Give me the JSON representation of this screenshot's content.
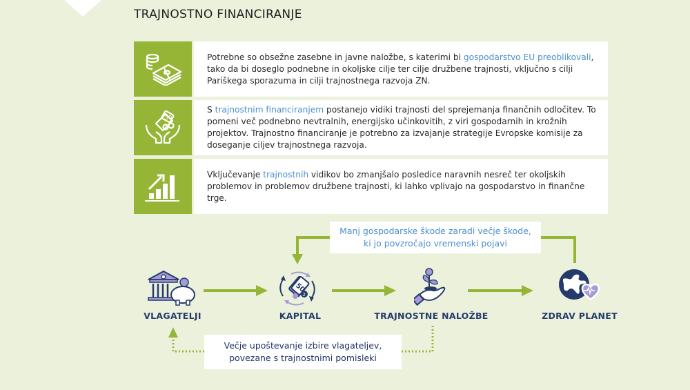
{
  "title": "TRAJNOSTNO FINANCIRANJE",
  "colors": {
    "background": "#ecf1dc",
    "green": "#96b536",
    "blue_highlight": "#4a90cf",
    "navy": "#243b6b",
    "lavender": "#a59bd6"
  },
  "cards": [
    {
      "icon": "money-stack-icon",
      "before": "Potrebne so obsežne zasebne in javne naložbe, s katerimi bi ",
      "highlight": "gospodarstvo EU preoblikovali",
      "after": ", tako da bi doseglo podnebne in okoljske cilje ter cilje družbene trajnosti, vključno s cilji Pariškega sporazuma in cilji trajnostnega razvoja ZN."
    },
    {
      "icon": "hands-money-icon",
      "before": "S ",
      "highlight": "trajnostnim financiranjem",
      "after": " postanejo vidiki trajnosti del sprejemanja finančnih odločitev. To pomeni več podnebno nevtralnih, energijsko učinkovitih, z viri gospodarnih in krožnih projektov. Trajnostno financiranje je potrebno za izvajanje strategije Evropske komisije za doseganje ciljev trajnostnega razvoja."
    },
    {
      "icon": "growth-chart-icon",
      "before": "Vključevanje ",
      "highlight": "trajnostnih",
      "after": " vidikov bo zmanjšalo posledice naravnih nesreč ter okoljskih problemov in problemov družbene trajnosti, ki lahko vplivajo na gospodarstvo in finančne trge."
    }
  ],
  "flow": {
    "nodes": [
      {
        "label": "VLAGATELJI",
        "icon": "bank-piggy-icon"
      },
      {
        "label": "KAPITAL",
        "icon": "capital-cycle-icon"
      },
      {
        "label": "TRAJNOSTNE NALOŽBE",
        "icon": "hand-plant-icon"
      },
      {
        "label": "ZDRAV PLANET",
        "icon": "globe-heart-icon"
      }
    ],
    "top_loop": {
      "line1": "Manj gospodarske škode zaradi večje škode,",
      "line2": "ki jo povzročajo vremenski pojavi"
    },
    "bottom_loop": {
      "line1": "Večje upoštevanje izbire vlagateljev,",
      "line2": "povezane s trajnostnimi pomisleki"
    }
  }
}
